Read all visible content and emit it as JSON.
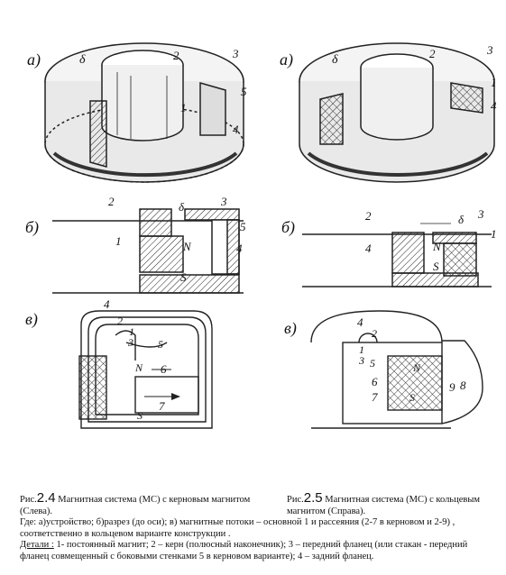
{
  "labels": {
    "a": "а)",
    "b": "б)",
    "v": "в)",
    "n1": "1",
    "n2": "2",
    "n3": "3",
    "n4": "4",
    "n5": "5",
    "n6": "6",
    "n7": "7",
    "n8": "8",
    "n9": "9",
    "delta": "δ",
    "N": "N",
    "S": "S"
  },
  "caption_left": {
    "prefix": "Рис.",
    "num": "2.4",
    "text": " Магнитная система (МС) с керновым магнитом (Слева)."
  },
  "caption_right": {
    "prefix": "Рис.",
    "num": "2.5",
    "text": " Магнитная система (МС) с кольцевым магнитом (Справа)."
  },
  "where_text": "Где: а)устройство; б)разрез (до оси); в)  магнитные потоки – основной 1 и рассеяния (2-7 в керновом и 2-9) , соответственно в кольцевом варианте конструкции .",
  "details_label": "Детали :",
  "details_text": " 1- постоянный магнит; 2 – керн (полюсный наконечник); 3 – передний фланец (или стакан - передний фланец совмещенный с боковыми стенками  5 в керновом варианте); 4 – задний фланец."
}
